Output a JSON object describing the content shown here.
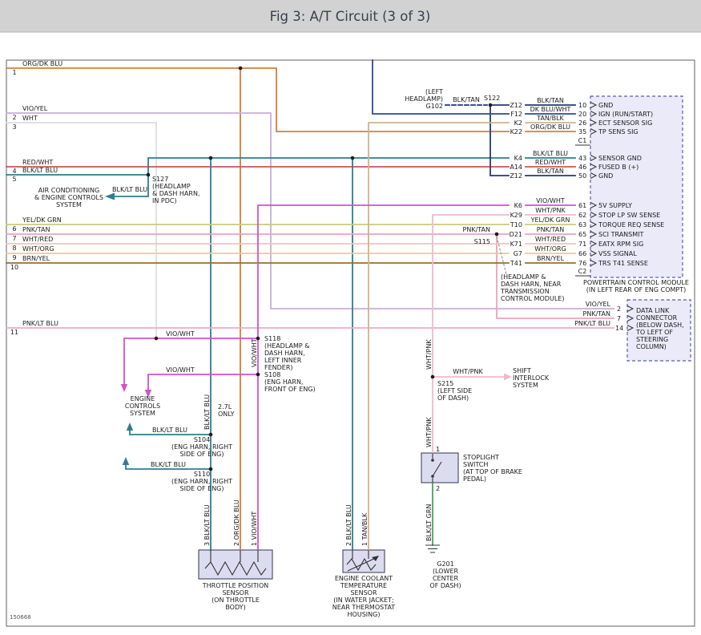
{
  "title_bar": {
    "title": "Fig 3: A/T Circuit (3 of 3)"
  },
  "footer": {
    "figure_id": "150668"
  },
  "wire_colors": {
    "org_dk_blu": "#d2803c",
    "vio_yel": "#c7afd6",
    "wht": "#dcdcdc",
    "red_wht": "#c8574e",
    "blk_lt_blu": "#2e7d8e",
    "yel_dk_grn": "#cdca7a",
    "pnk_tan": "#f0a0b8",
    "wht_red": "#edc5c0",
    "wht_org": "#ecca9e",
    "brn_yel": "#a06c2e",
    "pnk_lt_blu": "#f3a8c6",
    "vio_wht": "#d551c6",
    "wht_pnk": "#f2b9cb",
    "tan_blk": "#cfb28a",
    "dk_blu_wht": "#2d4b8f",
    "blk_tan": "#29386e",
    "blk_lt_grn": "#4aa655"
  },
  "left_wires": [
    {
      "num": "1",
      "label": "ORG/DK BLU"
    },
    {
      "num": "2",
      "label": "VIO/YEL"
    },
    {
      "num": "3",
      "label": "WHT"
    },
    {
      "num": "4",
      "label": "RED/WHT"
    },
    {
      "num": "5",
      "label": "BLK/LT BLU"
    },
    {
      "num": "6",
      "label": "YEL/DK GRN"
    },
    {
      "num": "7",
      "label": "PNK/TAN"
    },
    {
      "num": "8",
      "label": "WHT/RED"
    },
    {
      "num": "9",
      "label": "WHT/ORG"
    },
    {
      "num": "10",
      "label": "BRN/YEL"
    },
    {
      "num": "11",
      "label": "PNK/LT BLU"
    }
  ],
  "pcm": {
    "caption_line1": "POWERTRAIN CONTROL MODULE",
    "caption_line2": "(IN LEFT REAR OF ENG COMPT)",
    "connector_c1": "C1",
    "connector_c2": "C2",
    "pins": [
      {
        "pin": "Z12",
        "color": "BLK/TAN",
        "num": "10",
        "signal": "GND"
      },
      {
        "pin": "F12",
        "color": "DK BLU/WHT",
        "num": "20",
        "signal": "IGN (RUN/START)"
      },
      {
        "pin": "K2",
        "color": "TAN/BLK",
        "num": "26",
        "signal": "ECT SENSOR SIG"
      },
      {
        "pin": "K22",
        "color": "ORG/DK BLU",
        "num": "35",
        "signal": "TP SENS SIG"
      },
      {
        "pin": "K4",
        "color": "BLK/LT BLU",
        "num": "43",
        "signal": "SENSOR GND"
      },
      {
        "pin": "A14",
        "color": "RED/WHT",
        "num": "46",
        "signal": "FUSED B (+)"
      },
      {
        "pin": "Z12",
        "color": "BLK/TAN",
        "num": "50",
        "signal": "GND"
      },
      {
        "pin": "K6",
        "color": "VIO/WHT",
        "num": "61",
        "signal": "5V SUPPLY"
      },
      {
        "pin": "K29",
        "color": "WHT/PNK",
        "num": "62",
        "signal": "STOP LP SW SENSE"
      },
      {
        "pin": "T10",
        "color": "YEL/DK GRN",
        "num": "63",
        "signal": "TORQUE REQ SENSE"
      },
      {
        "pin": "D21",
        "color": "PNK/TAN",
        "num": "65",
        "signal": "SCI TRANSMIT"
      },
      {
        "pin": "K71",
        "color": "WHT/RED",
        "num": "71",
        "signal": "EATX RPM SIG"
      },
      {
        "pin": "G7",
        "color": "WHT/ORG",
        "num": "66",
        "signal": "VSS SIGNAL"
      },
      {
        "pin": "T41",
        "color": "BRN/YEL",
        "num": "76",
        "signal": "TRS T41 SENSE"
      }
    ]
  },
  "dlc": {
    "pins": [
      {
        "color": "VIO/YEL",
        "num": "2"
      },
      {
        "color": "PNK/TAN",
        "num": "7"
      },
      {
        "color": "PNK/LT BLU",
        "num": "14"
      }
    ],
    "caption": [
      "DATA LINK",
      "CONNECTOR",
      "(BELOW DASH,",
      "TO LEFT OF",
      "STEERING",
      "COLUMN)"
    ]
  },
  "top": {
    "headlamp_line1": "(LEFT",
    "headlamp_line2": "HEADLAMP)",
    "ground": "G102",
    "wire": "BLK/TAN",
    "splice": "S122"
  },
  "splices": {
    "s127": [
      "S127",
      "(HEADLAMP",
      "& DASH HARN,",
      "IN PDC)"
    ],
    "s115": {
      "label": "S115",
      "wire": "PNK/TAN",
      "note": [
        "(HEADLAMP &",
        "DASH HARN, NEAR",
        "TRANSMISSION",
        "CONTROL MODULE)"
      ]
    },
    "s118": [
      "S118",
      "(HEADLAMP &",
      "DASH HARN,",
      "LEFT INNER",
      "FENDER)"
    ],
    "s108": [
      "S108",
      "(ENG HARN,",
      "FRONT OF ENG)"
    ],
    "s104": [
      "S104",
      "(ENG HARN, RIGHT",
      "SIDE OF ENG)"
    ],
    "s110": [
      "S110",
      "(ENG HARN, RIGHT",
      "SIDE OF ENG)"
    ],
    "s215": [
      "S215",
      "(LEFT SIDE",
      "OF DASH)"
    ]
  },
  "systems": {
    "air_conditioning": [
      "AIR CONDITIONING",
      "& ENGINE CONTROLS",
      "SYSTEM"
    ],
    "engine_controls": [
      "ENGINE",
      "CONTROLS",
      "SYSTEM"
    ],
    "shift_interlock": [
      "SHIFT",
      "INTERLOCK",
      "SYSTEM"
    ]
  },
  "labels": {
    "blk_lt_blu_ac": "BLK/LT BLU",
    "vio_wht_upper": "VIO/WHT",
    "vio_wht_lower": "VIO/WHT",
    "vio_wht_vertical": "VIO/WHT",
    "blk_lt_blu_s104": "BLK/LT BLU",
    "blk_lt_blu_s110": "BLK/LT BLU",
    "blk_lt_blu_vertical": "BLK/LT BLU",
    "note_27l_line1": "2.7L",
    "note_27l_line2": "ONLY",
    "wht_pnk_upper": "WHT/PNK",
    "wht_pnk_lower": "WHT/PNK",
    "wht_pnk_interlock": "WHT/PNK",
    "blk_lt_grn": "BLK/LT GRN",
    "tps_pin3": "3  BLK/LT BLU",
    "tps_pin2": "2  ORG/DK BLU",
    "tps_pin1": "1  VIO/WHT",
    "ect_pin2": "2  BLK/LT BLU",
    "ect_pin1": "1  TAN/BLK",
    "switch_pin1": "1",
    "switch_pin2": "2"
  },
  "components": {
    "tps_caption": [
      "THROTTLE POSITION",
      "SENSOR",
      "(ON THROTTLE",
      "BODY)"
    ],
    "ect_caption": [
      "ENGINE COOLANT",
      "TEMPERATURE",
      "SENSOR",
      "(IN WATER JACKET;",
      "NEAR THERMOSTAT",
      "HOUSING)"
    ],
    "stoplight_caption": [
      "STOPLIGHT",
      "SWITCH",
      "(AT TOP OF BRAKE",
      "PEDAL)"
    ],
    "g201_caption": [
      "G201",
      "(LOWER",
      "CENTER",
      "OF DASH)"
    ]
  }
}
